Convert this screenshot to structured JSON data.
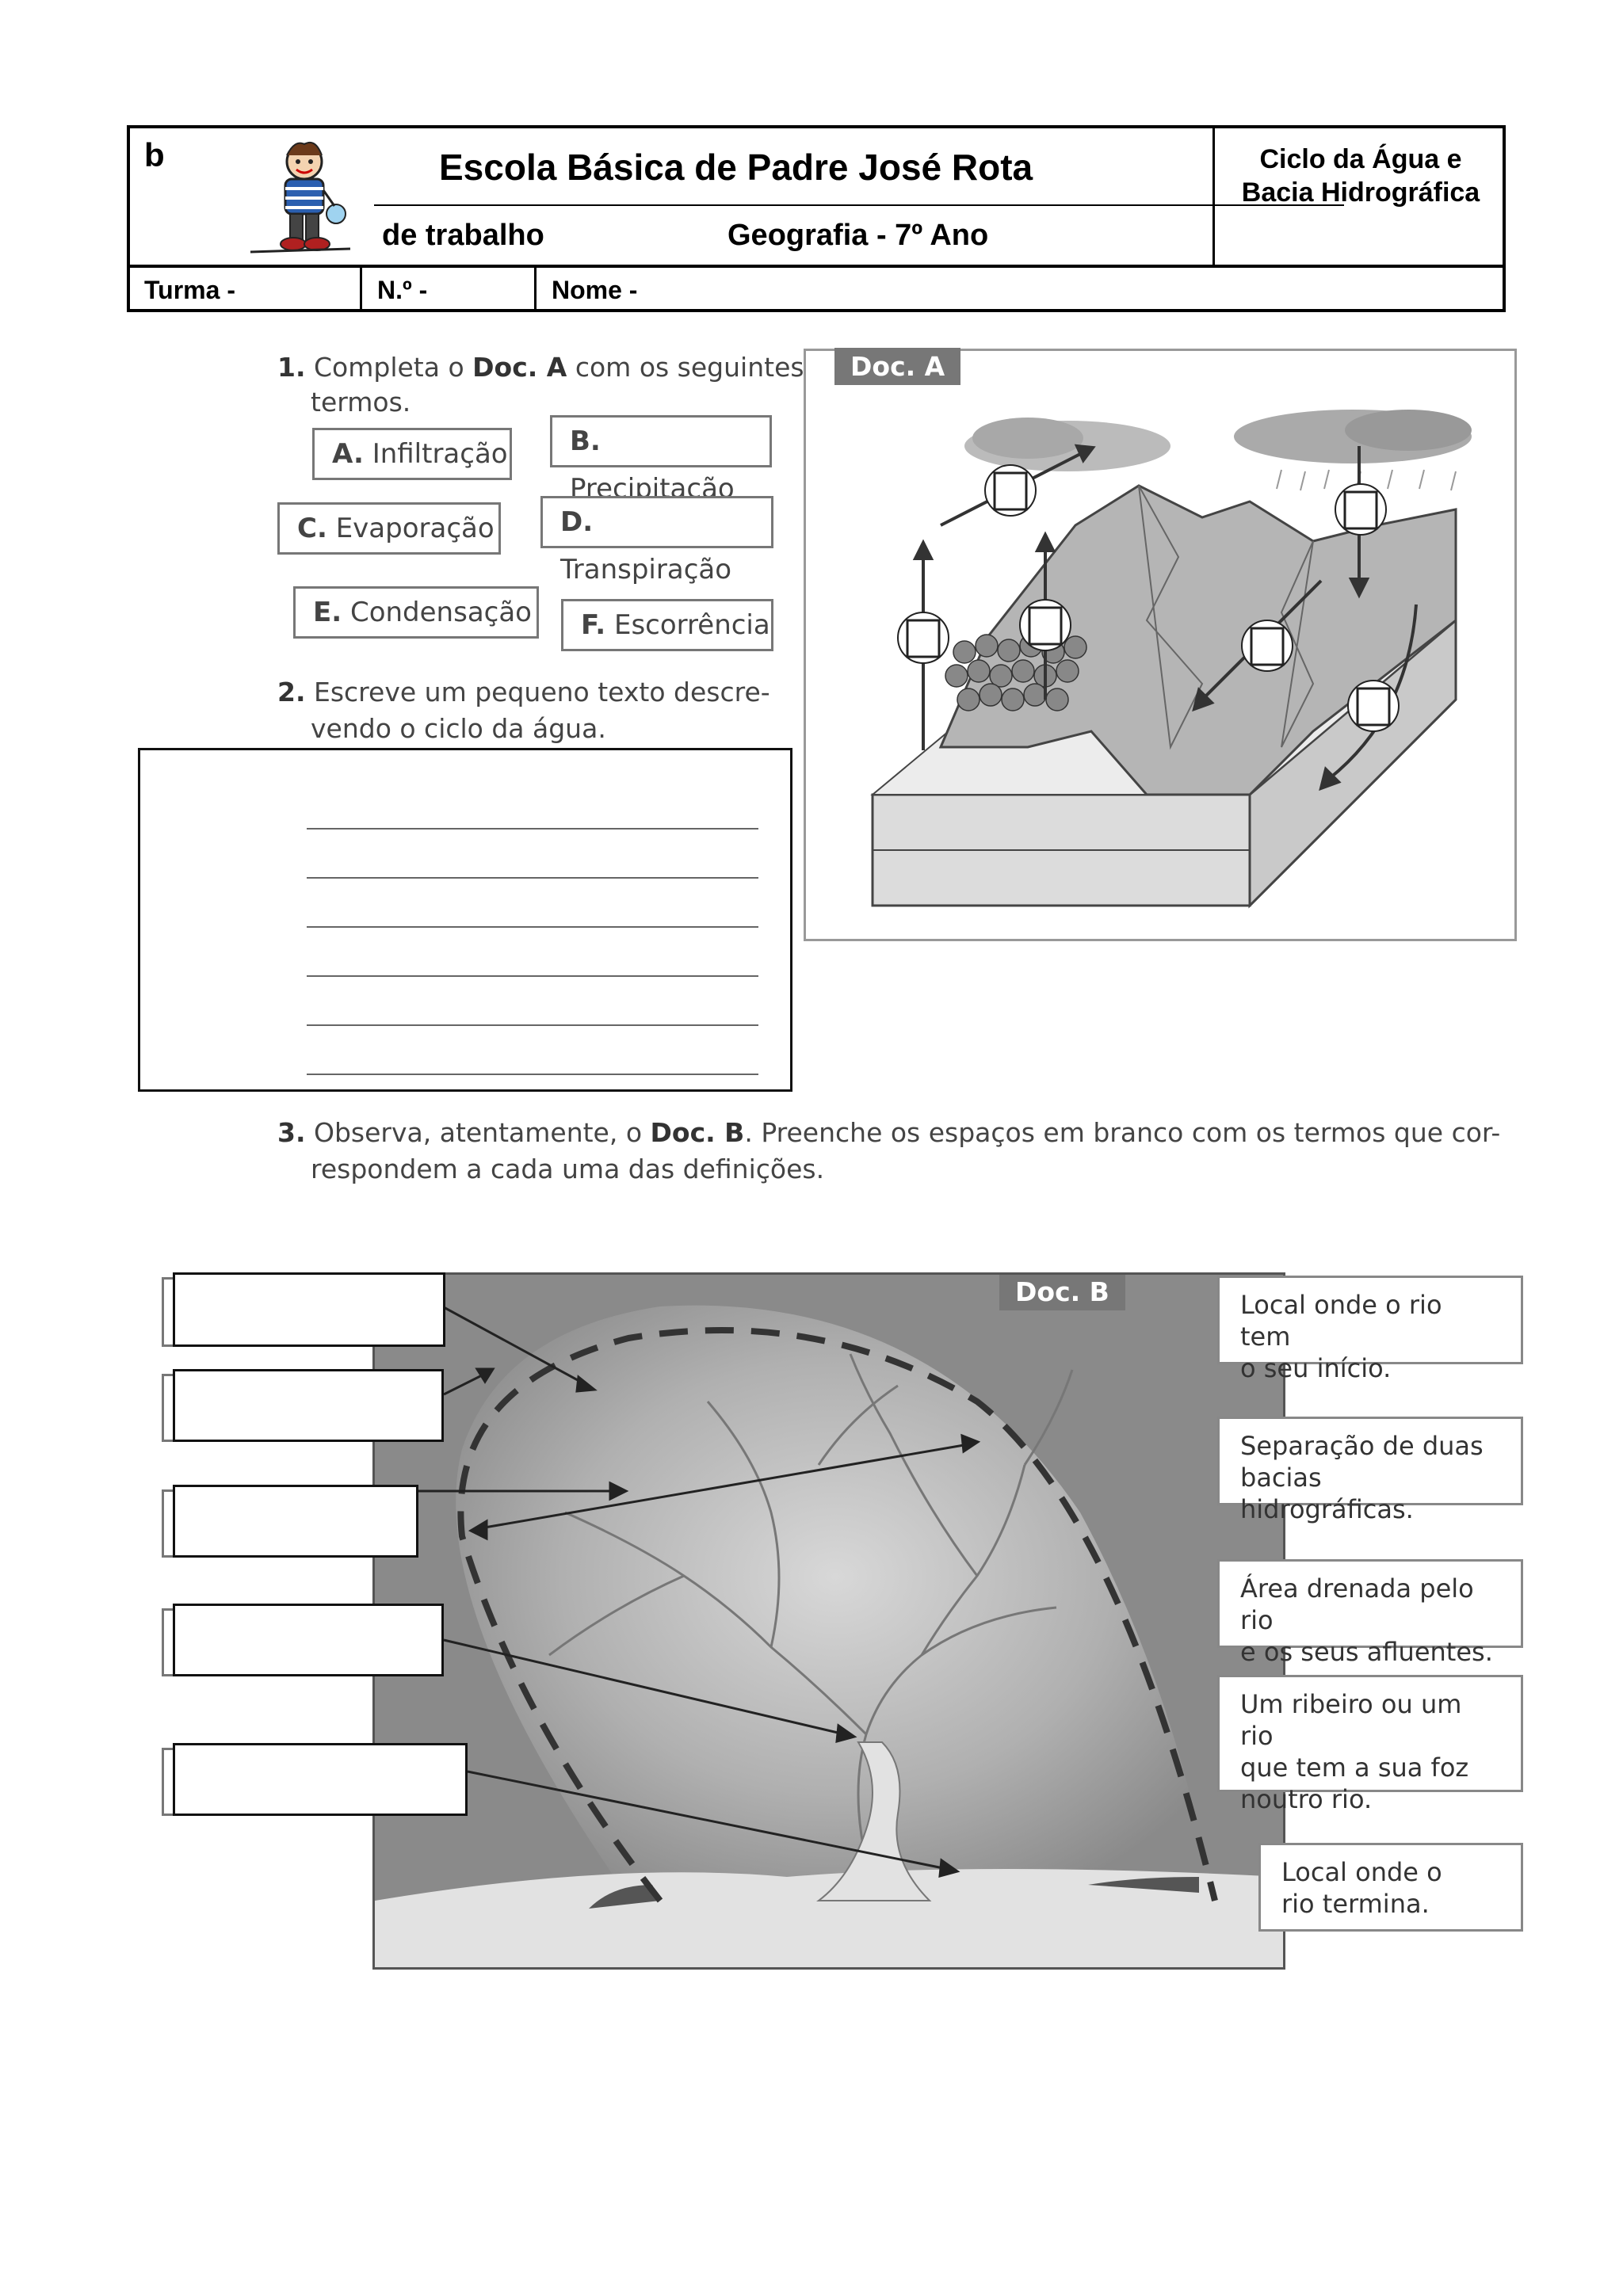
{
  "header": {
    "corner_letter": "b",
    "school": "Escola Básica de Padre José Rota",
    "sheet_fragment": "de trabalho",
    "subject": "Geografia - 7º Ano",
    "topic": "Ciclo da Água e Bacia Hidrográfica",
    "turma_label": "Turma -",
    "numero_label": "N.º -",
    "nome_label": "Nome -"
  },
  "q1": {
    "number": "1.",
    "text_a": "Completa o",
    "doc_ref": "Doc. A",
    "text_b": "com os seguintes",
    "text_c": "termos.",
    "terms": [
      {
        "letter": "A.",
        "label": "Infiltração"
      },
      {
        "letter": "B.",
        "label": "Precipitação"
      },
      {
        "letter": "C.",
        "label": "Evaporação"
      },
      {
        "letter": "D.",
        "label": "Transpiração"
      },
      {
        "letter": "E.",
        "label": "Condensação"
      },
      {
        "letter": "F.",
        "label": "Escorrência"
      }
    ]
  },
  "q2": {
    "number": "2.",
    "line1": "Escreve um pequeno texto descre-",
    "line2": "vendo o ciclo da água."
  },
  "doc_a": {
    "tag": "Doc. A"
  },
  "q3": {
    "number": "3.",
    "text_a": "Observa, atentamente, o",
    "doc_ref": "Doc. B",
    "text_b": ". Preenche os espaços em branco com os termos que cor-",
    "text_c": "respondem a cada uma das definições."
  },
  "doc_b": {
    "tag": "Doc. B",
    "definitions": [
      {
        "line1": "Local onde o rio tem",
        "line2": "o seu início."
      },
      {
        "line1": "Separação de duas",
        "line2": "bacias hidrográficas."
      },
      {
        "line1": "Área drenada pelo rio",
        "line2": "e os seus afluentes."
      },
      {
        "line1": "Um ribeiro ou um rio",
        "line2": "que tem a sua foz",
        "line3": "noutro rio."
      },
      {
        "line1": "Local onde o",
        "line2": "rio termina."
      }
    ]
  }
}
